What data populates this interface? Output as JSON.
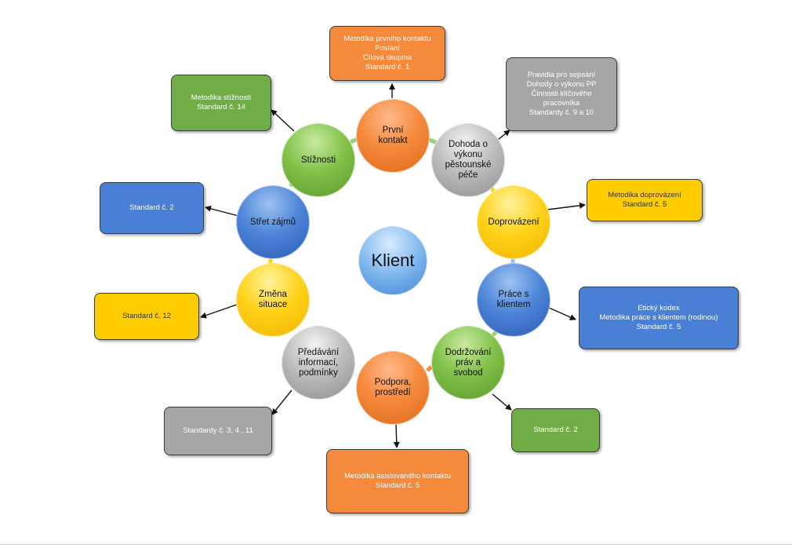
{
  "center": {
    "label": "Klient"
  },
  "nodes": [
    {
      "id": "prvni-kontakt",
      "label": "První\nkontakt",
      "color": "#f58a3d"
    },
    {
      "id": "dohoda",
      "label": "Dohoda o\nvýkonu\npěstounské\npéče",
      "color": "#bdbdbd"
    },
    {
      "id": "doprovazeni",
      "label": "Doprovázení",
      "color": "#ffd21a"
    },
    {
      "id": "prace-s-klientem",
      "label": "Práce s\nklientem",
      "color": "#4e86d8"
    },
    {
      "id": "dodrzovani",
      "label": "Dodržování\npráv a\nsvobod",
      "color": "#82c24a"
    },
    {
      "id": "podpora",
      "label": "Podpora,\nprostředí",
      "color": "#f58a3d"
    },
    {
      "id": "predavani",
      "label": "Předávání\ninformací,\npodmínky",
      "color": "#bdbdbd"
    },
    {
      "id": "zmena-situace",
      "label": "Změna\nsituace",
      "color": "#ffd21a"
    },
    {
      "id": "stret-zajmu",
      "label": "Střet zájmů",
      "color": "#4e86d8"
    },
    {
      "id": "stiznosti",
      "label": "Stížnosti",
      "color": "#82c24a"
    }
  ],
  "boxes": [
    {
      "id": "box-prvni-kontakt",
      "text": "Metodika prvního kontaktu\nPoslání\nCílová skupina\nStandard č. 1"
    },
    {
      "id": "box-dohoda",
      "text": "Pravidla pro sepsání\nDohody o výkonu PP\nČinnosti klíčového\npracovníka\nStandardy č. 9 a 10"
    },
    {
      "id": "box-doprovazeni",
      "text": "Metodika doprovázení\nStandard č. 5"
    },
    {
      "id": "box-prace",
      "text": "Etický kodex\nMetodika práce s klientem (rodinou)\nStandard č. 5"
    },
    {
      "id": "box-dodrzovani",
      "text": "Standard č. 2"
    },
    {
      "id": "box-podpora",
      "text": "Metodika asistovaného kontaktu\nStandard č. 5"
    },
    {
      "id": "box-predavani",
      "text": "Standardy č. 3, 4 , 11"
    },
    {
      "id": "box-zmena",
      "text": "Standard č. 12"
    },
    {
      "id": "box-stret",
      "text": "Standard č. 2"
    },
    {
      "id": "box-stiznosti",
      "text": "Metodika stížností\nStandard č. 14"
    }
  ]
}
